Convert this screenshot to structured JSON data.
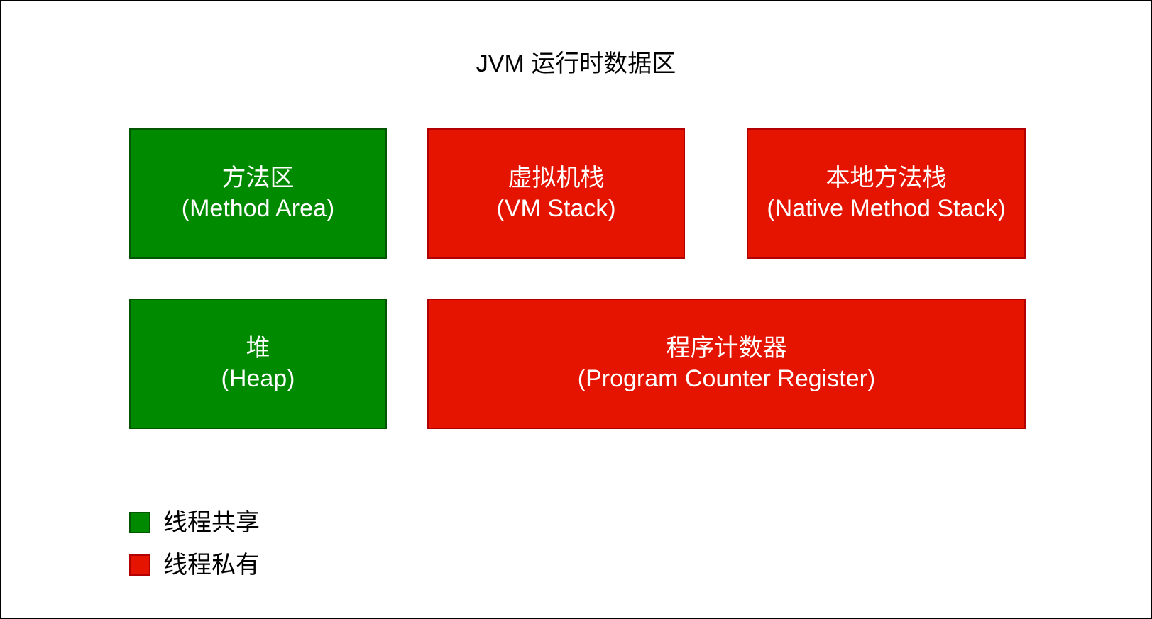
{
  "title": "JVM 运行时数据区",
  "blocks": {
    "method_area": {
      "name": "方法区",
      "english": "(Method Area)",
      "scope": "shared"
    },
    "vm_stack": {
      "name": "虚拟机栈",
      "english": "(VM Stack)",
      "scope": "private"
    },
    "native_method_stack": {
      "name": "本地方法栈",
      "english": "(Native Method Stack)",
      "scope": "private"
    },
    "heap": {
      "name": "堆",
      "english": "(Heap)",
      "scope": "shared"
    },
    "pc_register": {
      "name": "程序计数器",
      "english": "(Program Counter Register)",
      "scope": "private"
    }
  },
  "legend": {
    "shared": {
      "label": "线程共享",
      "color": "#008a00"
    },
    "private": {
      "label": "线程私有",
      "color": "#e51400"
    }
  },
  "colors": {
    "shared_fill": "#008a00",
    "shared_border": "#005700",
    "private_fill": "#e51400",
    "private_border": "#b20000"
  }
}
